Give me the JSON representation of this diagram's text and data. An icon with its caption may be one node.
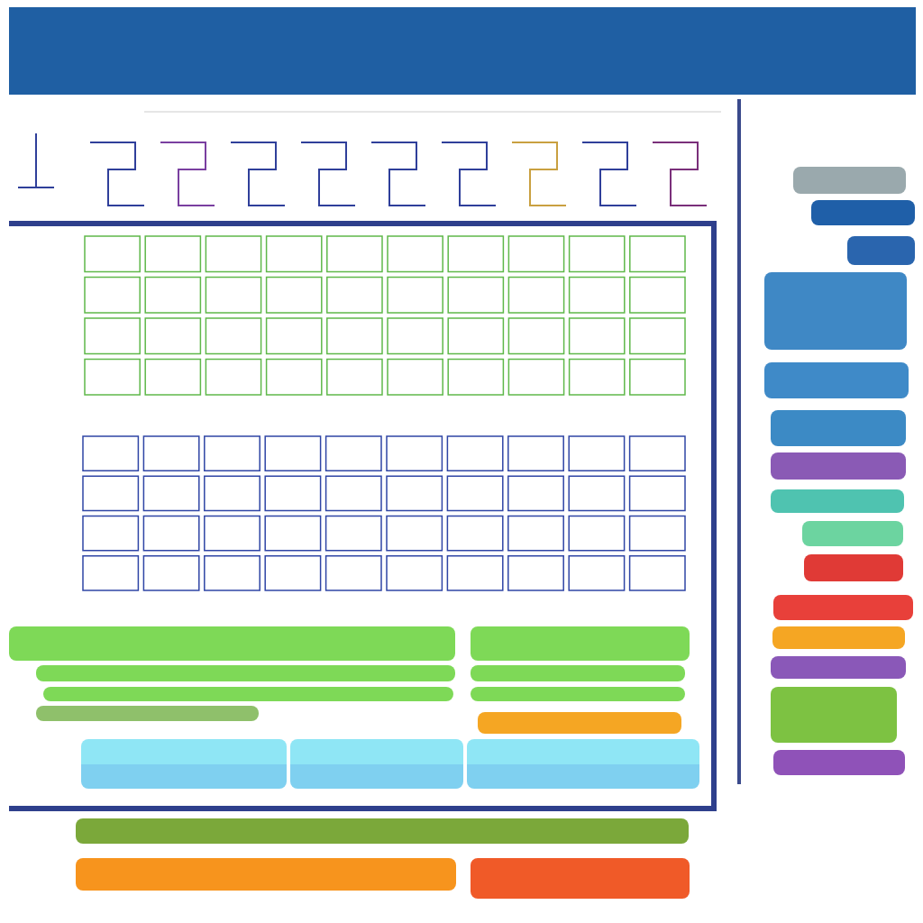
{
  "diagram": {
    "nodes": [
      {
        "text": [],
        "shape": "box"
      },
      {
        "text": [],
        "shape": "picture"
      },
      {
        "text": [],
        "shape": "box"
      },
      {
        "text": [],
        "shape": "picture",
        "in": 2
      },
      {
        "text": [],
        "shape": "picture",
        "in": 2
      },
      {
        "text": [],
        "shape": "bar",
        "in": 2
      },
      {
        "text": [],
        "shape": "bar",
        "in": 2
      },
      {
        "text": [],
        "shape": "bar",
        "in": 2
      },
      {
        "text": [],
        "shape": "bar",
        "in": 2
      },
      {
        "text": [],
        "shape": "bar",
        "in": 2
      },
      {
        "text": [],
        "shape": "bar",
        "in": 2
      },
      {
        "text": [],
        "shape": "bar",
        "in": 2
      },
      {
        "text": [],
        "shape": "bar",
        "in": 2
      },
      {
        "text": [],
        "shape": "box",
        "in": 2
      },
      {
        "text": [],
        "shape": "box",
        "in": 2
      },
      {
        "text": [],
        "shape": "box",
        "in": 2
      },
      {
        "text": [],
        "shape": "bar"
      },
      {
        "text": [],
        "shape": "bar"
      },
      {
        "text": [],
        "shape": "bar"
      },
      {
        "text": [],
        "shape": "box"
      },
      {
        "text": [],
        "shape": "bar",
        "in": 19
      },
      {
        "text": [],
        "shape": "bar",
        "in": 19
      },
      {
        "text": [],
        "shape": "bar",
        "in": 19
      },
      {
        "text": [],
        "shape": "bar",
        "in": 19
      },
      {
        "text": [],
        "shape": "bar",
        "in": 19
      },
      {
        "text": [],
        "shape": "bar",
        "in": 19
      },
      {
        "text": [],
        "shape": "bar",
        "in": 19
      },
      {
        "text": [],
        "shape": "bar",
        "in": 19
      },
      {
        "text": [],
        "shape": "bar",
        "in": 19
      },
      {
        "text": [],
        "shape": "bar",
        "in": 19
      },
      {
        "text": [],
        "shape": "bar",
        "in": 19
      },
      {
        "text": [],
        "shape": "bar",
        "in": 19
      },
      {
        "text": [],
        "shape": "bar",
        "in": 19
      },
      {
        "text": [],
        "shape": "bar",
        "in": 19
      },
      {
        "text": [],
        "shape": "bar",
        "in": 19
      }
    ]
  }
}
